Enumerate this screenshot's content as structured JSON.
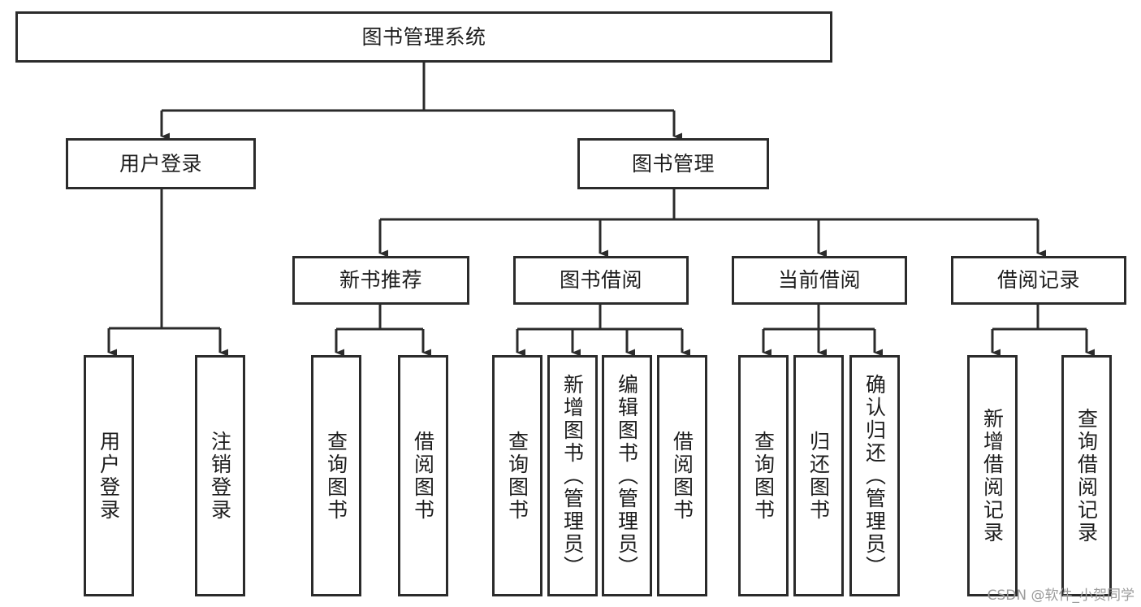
{
  "diagram": {
    "title": "图书管理系统",
    "watermark": "CSDN @软件_小贺同学",
    "stroke_color": "#2b2b2b",
    "fill_color": "#ffffff",
    "text_color": "#1d1d1d",
    "watermark_color": "#9b9b9b"
  },
  "nodes": {
    "root": {
      "label": "图书管理系统"
    },
    "level2": [
      {
        "label": "用户登录"
      },
      {
        "label": "图书管理"
      }
    ],
    "level3": [
      {
        "label": "新书推荐"
      },
      {
        "label": "图书借阅"
      },
      {
        "label": "当前借阅"
      },
      {
        "label": "借阅记录"
      }
    ],
    "leaves": {
      "user_login": [
        {
          "label": "用户登录"
        },
        {
          "label": "注销登录"
        }
      ],
      "new_book_recommend": [
        {
          "label": "查询图书"
        },
        {
          "label": "借阅图书"
        }
      ],
      "book_borrow": [
        {
          "label": "查询图书"
        },
        {
          "label": "新增图书（管理员）"
        },
        {
          "label": "编辑图书（管理员）"
        },
        {
          "label": "借阅图书"
        }
      ],
      "current_borrow": [
        {
          "label": "查询图书"
        },
        {
          "label": "归还图书"
        },
        {
          "label": "确认归还（管理员）"
        }
      ],
      "borrow_record": [
        {
          "label": "新增借阅记录"
        },
        {
          "label": "查询借阅记录"
        }
      ]
    }
  }
}
